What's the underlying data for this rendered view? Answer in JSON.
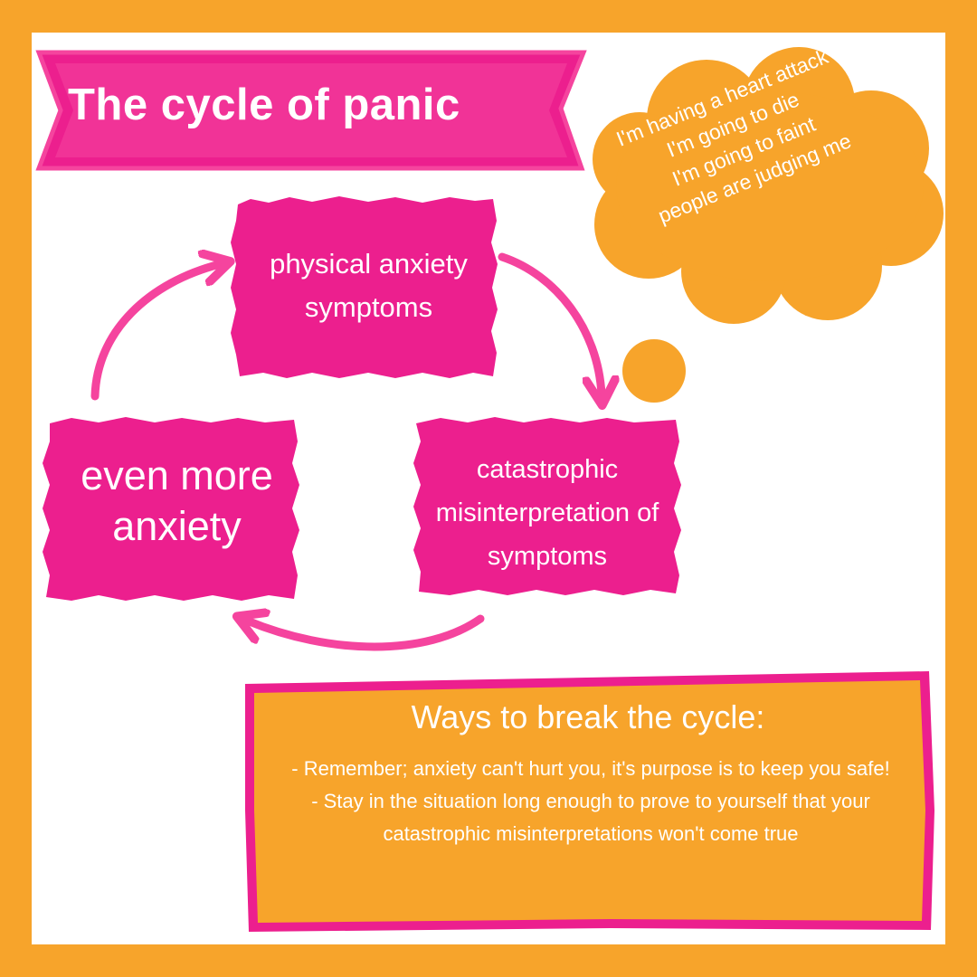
{
  "title": "The cycle of panic",
  "boxes": {
    "physical": "physical anxiety symptoms",
    "more": "even more anxiety",
    "catastrophic": "catastrophic misinterpretation of symptoms"
  },
  "thoughts": [
    "I'm having a heart attack",
    "I'm going to die",
    "I'm going to faint",
    "people are judging me"
  ],
  "ways": {
    "title": "Ways to break the cycle:",
    "items": [
      "- Remember; anxiety can't hurt you, it's purpose is to keep you safe!",
      "- Stay in the situation long enough to prove to yourself that your catastrophic misinterpretations won't come true"
    ]
  },
  "colors": {
    "orange": "#F7A42B",
    "pink": "#EC1F8E",
    "light_pink": "#F5449E",
    "white": "#FFFFFF"
  },
  "icons": {
    "arrow": "curved-arrow-icon",
    "thought_bubble": "thought-cloud-icon"
  }
}
